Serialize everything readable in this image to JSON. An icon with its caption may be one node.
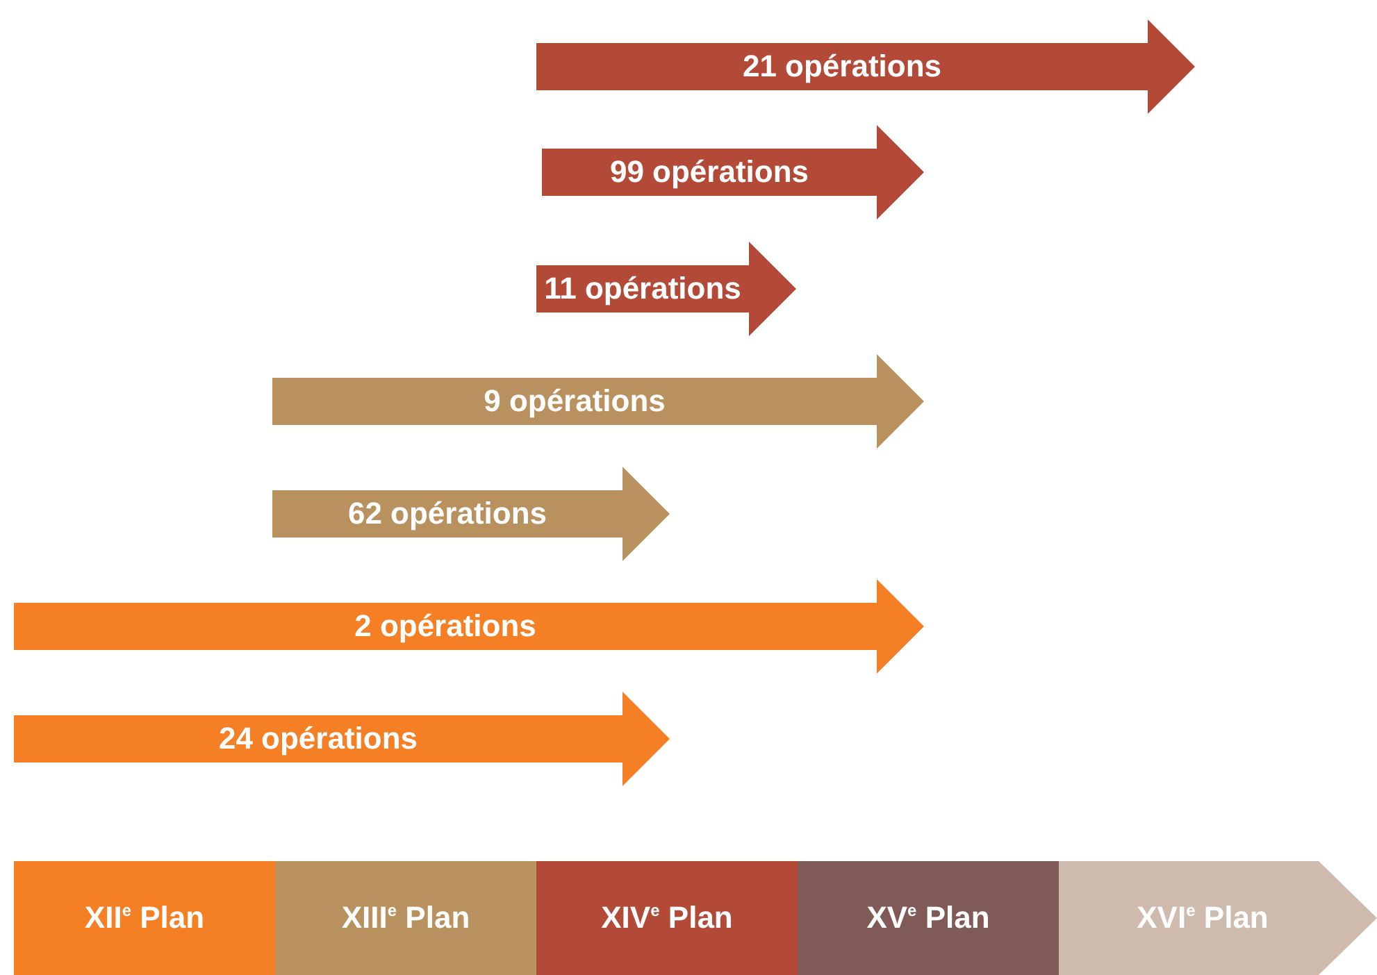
{
  "diagram": {
    "nodes": [
      {
        "text": [
          "21 opérations"
        ]
      },
      {
        "text": [
          "99 opérations"
        ]
      },
      {
        "text": [
          "11 opérations"
        ]
      },
      {
        "text": [
          "9 opérations"
        ]
      },
      {
        "text": [
          "62 opérations"
        ]
      },
      {
        "text": [
          "2 opérations"
        ]
      },
      {
        "text": [
          "24 opérations"
        ]
      },
      {
        "text": [
          "XII$^{e}$ Plan"
        ]
      },
      {
        "text": [
          "XIII$^{e}$ Plan"
        ]
      },
      {
        "text": [
          "XIV$^{e}$ Plan"
        ]
      },
      {
        "text": [
          "XV$^{e}$ Plan"
        ]
      },
      {
        "text": [
          "XVI$^{e}$ Plan"
        ]
      }
    ]
  }
}
